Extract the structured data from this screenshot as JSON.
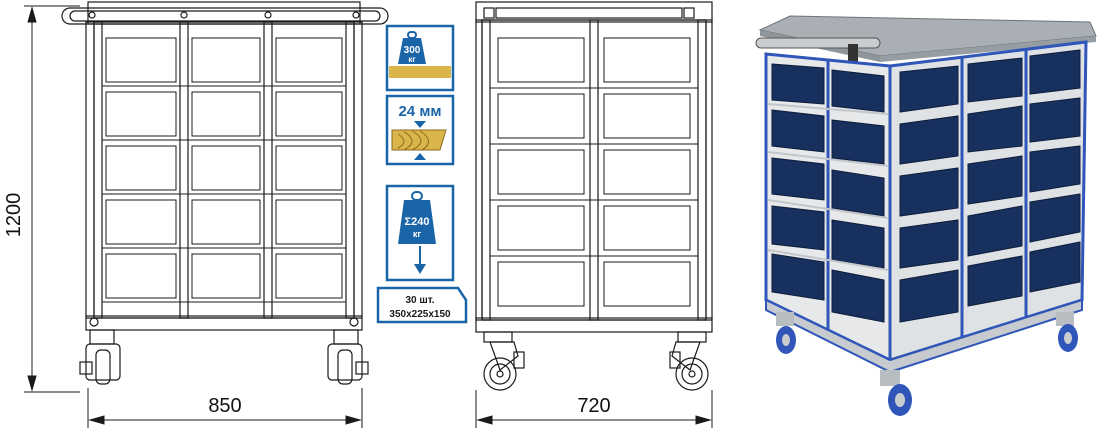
{
  "dimensions": {
    "height": "1200",
    "front_width": "850",
    "side_depth": "720"
  },
  "badges": {
    "shelf_load": {
      "value": "300",
      "unit": "кг"
    },
    "board_thickness": {
      "label": "24 мм"
    },
    "total_load": {
      "value": "Σ240",
      "unit": "кг"
    },
    "bins": {
      "count": "30 шт.",
      "size": "350x225x150"
    }
  },
  "colors": {
    "badge_blue": "#1a64a8",
    "wood": "#d9b54a",
    "frame": "#1a1a1a",
    "rail_blue": "#2f56b8",
    "bin_navy": "#17305e",
    "top_grey": "#a9afb4"
  }
}
